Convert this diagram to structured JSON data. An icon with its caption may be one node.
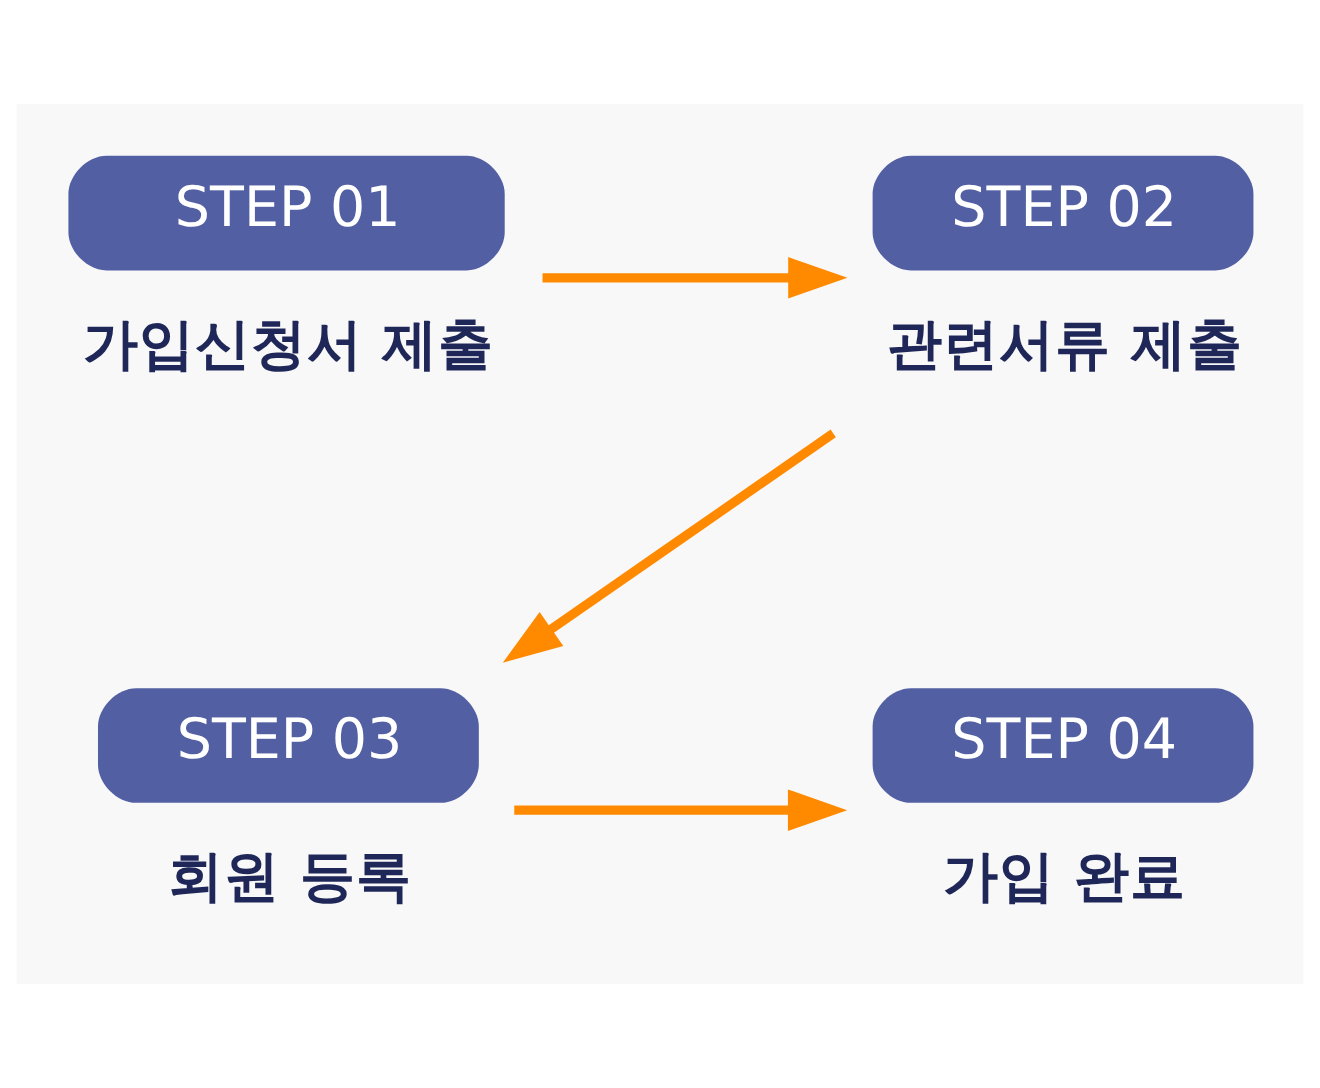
{
  "diagram": {
    "nodes": [
      {
        "text": [
          "STEP 01",
          "가입신청서 제출"
        ]
      },
      {
        "text": [
          "STEP 02",
          "관련서류 제출"
        ]
      },
      {
        "text": [
          "STEP 03",
          "회원 등록"
        ]
      },
      {
        "text": [
          "STEP 04",
          "가입 완료"
        ]
      }
    ],
    "edges": [
      {
        "from": 0,
        "to": 1,
        "arrow": "to"
      },
      {
        "from": 1,
        "to": 2,
        "arrow": "to"
      },
      {
        "from": 2,
        "to": 3,
        "arrow": "to"
      }
    ]
  }
}
